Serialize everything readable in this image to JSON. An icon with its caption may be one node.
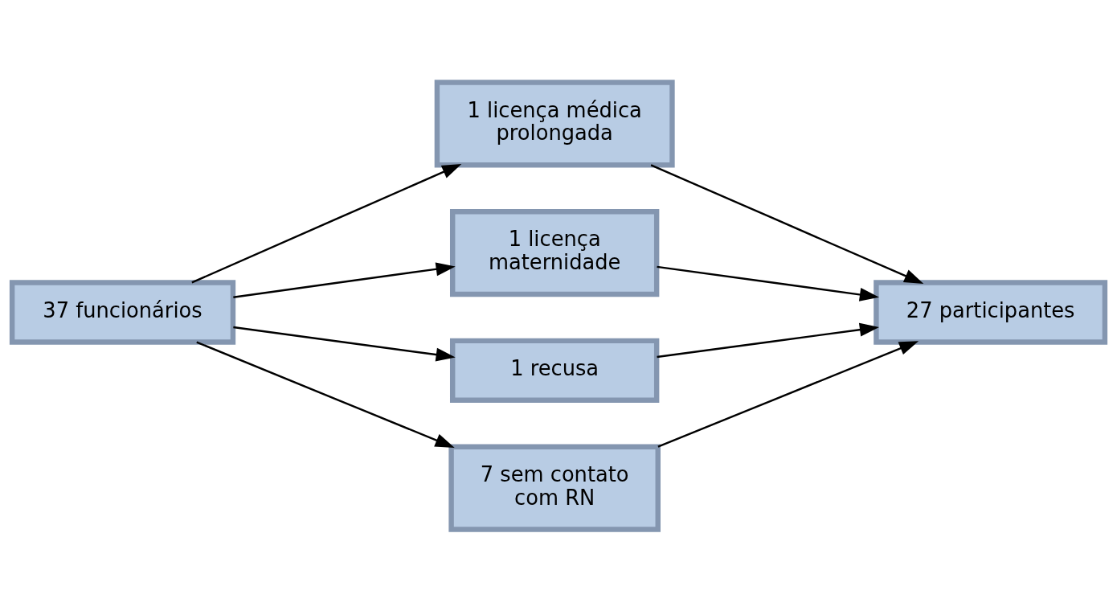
{
  "diagram": {
    "nodes": [
      {
        "text": [
          "37 funcionários"
        ]
      },
      {
        "text": [
          "1 licença médica prolongada"
        ]
      },
      {
        "text": [
          "1 licença maternidade"
        ]
      },
      {
        "text": [
          "1 recusa"
        ]
      },
      {
        "text": [
          "7 sem contato com RN"
        ]
      },
      {
        "text": [
          "27 participantes"
        ]
      }
    ],
    "edges": [
      {
        "from": 0,
        "to": 1,
        "arrow": "to"
      },
      {
        "from": 0,
        "to": 2,
        "arrow": "to"
      },
      {
        "from": 0,
        "to": 3,
        "arrow": "to"
      },
      {
        "from": 0,
        "to": 4,
        "arrow": "to"
      },
      {
        "from": 1,
        "to": 5,
        "arrow": "to"
      },
      {
        "from": 2,
        "to": 5,
        "arrow": "to"
      },
      {
        "from": 3,
        "to": 5,
        "arrow": "to"
      },
      {
        "from": 4,
        "to": 5,
        "arrow": "to"
      }
    ]
  }
}
